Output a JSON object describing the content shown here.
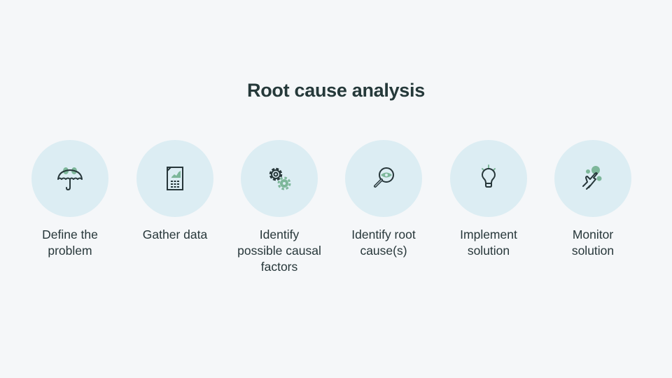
{
  "title": "Root cause analysis",
  "colors": {
    "background": "#f5f7f9",
    "circle": "#dcedf3",
    "ink": "#27373a",
    "accent": "#7db79a"
  },
  "steps": [
    {
      "label_lines": [
        "Define the",
        "problem"
      ],
      "icon": "umbrella-icon"
    },
    {
      "label_lines": [
        "Gather data"
      ],
      "icon": "data-sheet-icon"
    },
    {
      "label_lines": [
        "Identify",
        "possible causal",
        "factors"
      ],
      "icon": "gears-icon"
    },
    {
      "label_lines": [
        "Identify root",
        "cause(s)"
      ],
      "icon": "magnifier-eye-icon"
    },
    {
      "label_lines": [
        "Implement",
        "solution"
      ],
      "icon": "lightbulb-icon"
    },
    {
      "label_lines": [
        "Monitor",
        "solution"
      ],
      "icon": "hand-pointer-icon"
    }
  ]
}
